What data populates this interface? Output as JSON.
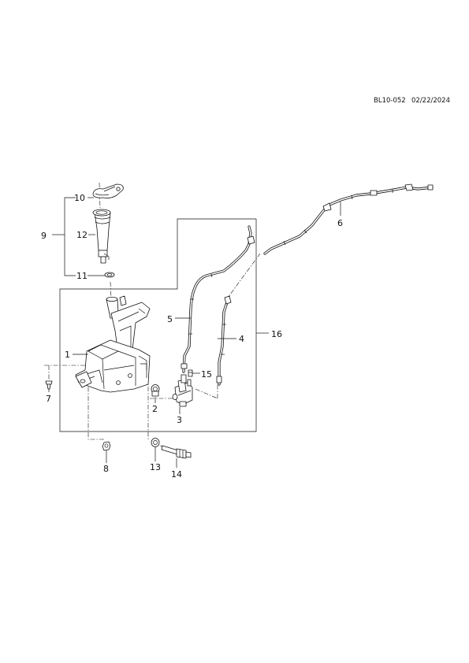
{
  "header": {
    "code": "BL10-052",
    "date": "02/22/2024"
  },
  "callouts": {
    "c1": "1",
    "c2": "2",
    "c3": "3",
    "c4": "4",
    "c5": "5",
    "c6": "6",
    "c7": "7",
    "c8": "8",
    "c9": "9",
    "c10": "10",
    "c11": "11",
    "c12": "12",
    "c13": "13",
    "c14": "14",
    "c15": "15",
    "c16": "16"
  }
}
